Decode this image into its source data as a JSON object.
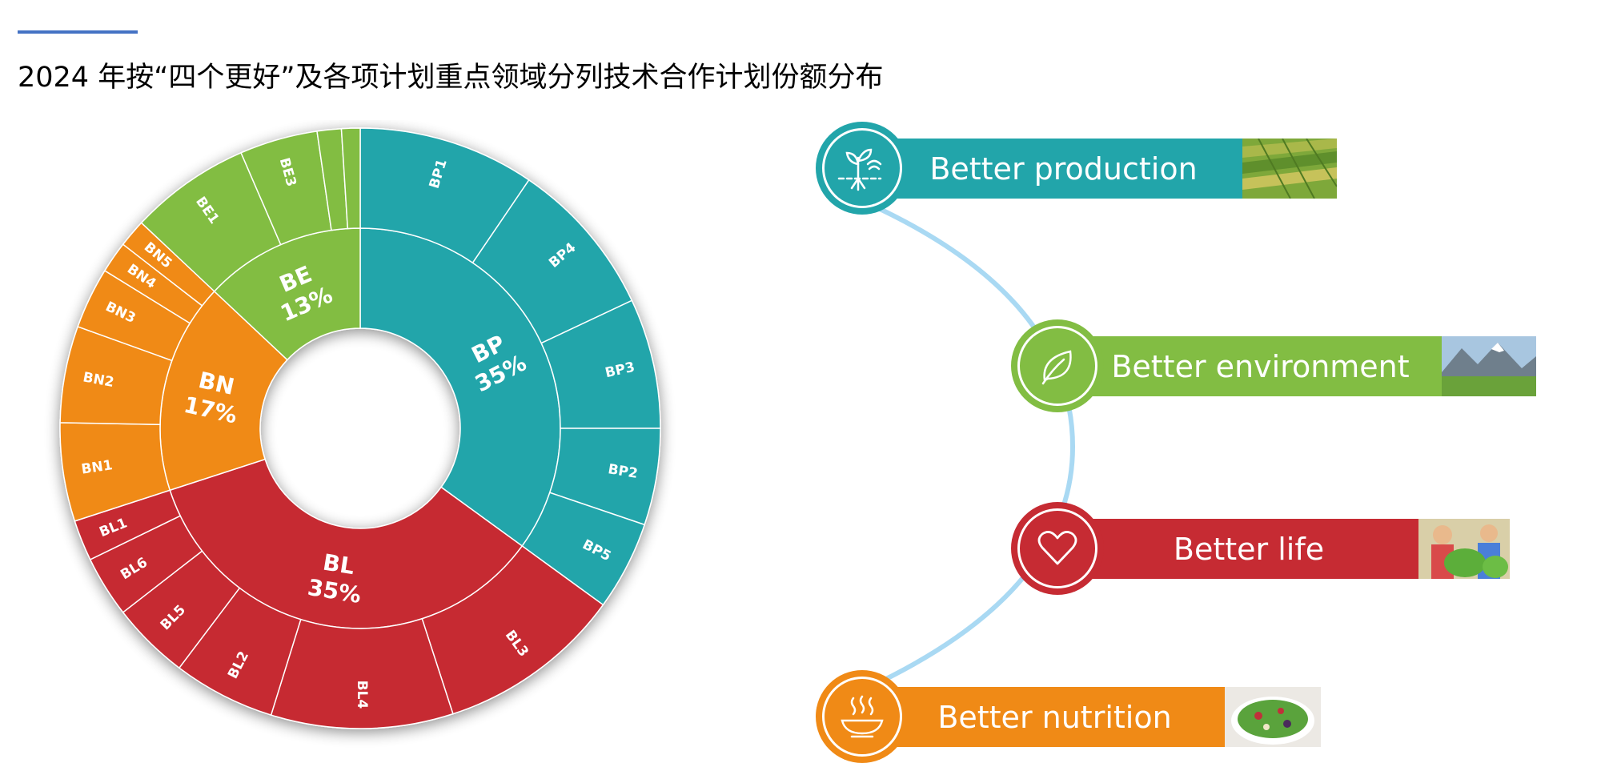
{
  "title": "2024 年按“四个更好”及各项计划重点领域分列技术合作计划份额分布",
  "colors": {
    "accent_line": "#4472c4",
    "BP": "#22a5aa",
    "BE": "#82bd43",
    "BN": "#f08a16",
    "BL": "#c62b33",
    "connector": "#a9d9f3"
  },
  "chart_data": {
    "type": "sunburst",
    "title": "2024 年按“四个更好”及各项计划重点领域分列技术合作计划份额分布",
    "unit": "%",
    "groups": [
      {
        "name": "BP",
        "value": 35,
        "label": "35%",
        "color": "#22a5aa",
        "children": [
          {
            "name": "BP1",
            "value": 9.5
          },
          {
            "name": "BP4",
            "value": 8.5
          },
          {
            "name": "BP3",
            "value": 7.0
          },
          {
            "name": "BP2",
            "value": 5.2
          },
          {
            "name": "BP5",
            "value": 4.8
          }
        ]
      },
      {
        "name": "BL",
        "value": 35,
        "label": "35%",
        "color": "#c62b33",
        "children": [
          {
            "name": "BL3",
            "value": 10.0
          },
          {
            "name": "BL4",
            "value": 9.8
          },
          {
            "name": "BL2",
            "value": 5.5
          },
          {
            "name": "BL5",
            "value": 4.2
          },
          {
            "name": "BL6",
            "value": 3.3
          },
          {
            "name": "BL1",
            "value": 2.2
          }
        ]
      },
      {
        "name": "BN",
        "value": 17,
        "label": "17%",
        "color": "#f08a16",
        "children": [
          {
            "name": "BN1",
            "value": 5.3
          },
          {
            "name": "BN2",
            "value": 5.2
          },
          {
            "name": "BN3",
            "value": 3.3
          },
          {
            "name": "BN4",
            "value": 1.7
          },
          {
            "name": "BN5",
            "value": 1.5
          }
        ]
      },
      {
        "name": "BE",
        "value": 13,
        "label": "13%",
        "color": "#82bd43",
        "children": [
          {
            "name": "BE1",
            "value": 6.5
          },
          {
            "name": "BE3",
            "value": 4.2
          },
          {
            "name": "",
            "value": 1.3
          },
          {
            "name": "",
            "value": 1.0
          }
        ]
      }
    ]
  },
  "timeline": [
    {
      "key": "production",
      "label": "Better production",
      "color": "#22a5aa",
      "icon": "plant-growth-icon",
      "thumb": "farmland-image"
    },
    {
      "key": "environment",
      "label": "Better environment",
      "color": "#82bd43",
      "icon": "leaf-icon",
      "thumb": "mountain-meadow-image"
    },
    {
      "key": "life",
      "label": "Better life",
      "color": "#c62b33",
      "icon": "heart-icon",
      "thumb": "children-vegetables-image"
    },
    {
      "key": "nutrition",
      "label": "Better nutrition",
      "color": "#f08a16",
      "icon": "hot-meal-icon",
      "thumb": "salad-bowl-image"
    }
  ]
}
